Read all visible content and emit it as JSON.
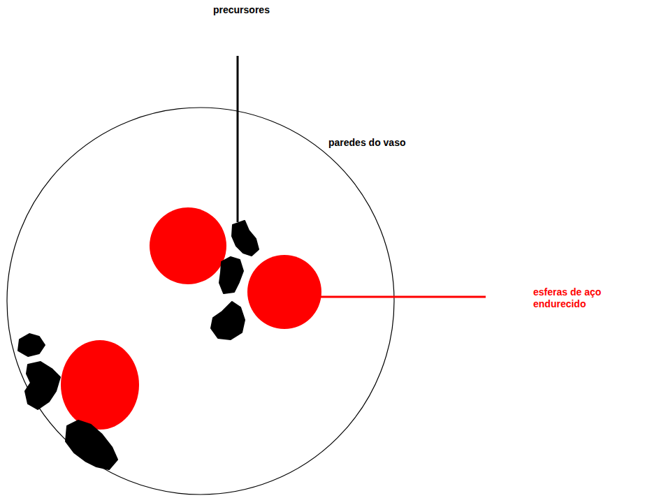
{
  "diagram": {
    "labels": [
      "precursores",
      "paredes do vaso",
      "esferas de aço endurecido"
    ]
  }
}
